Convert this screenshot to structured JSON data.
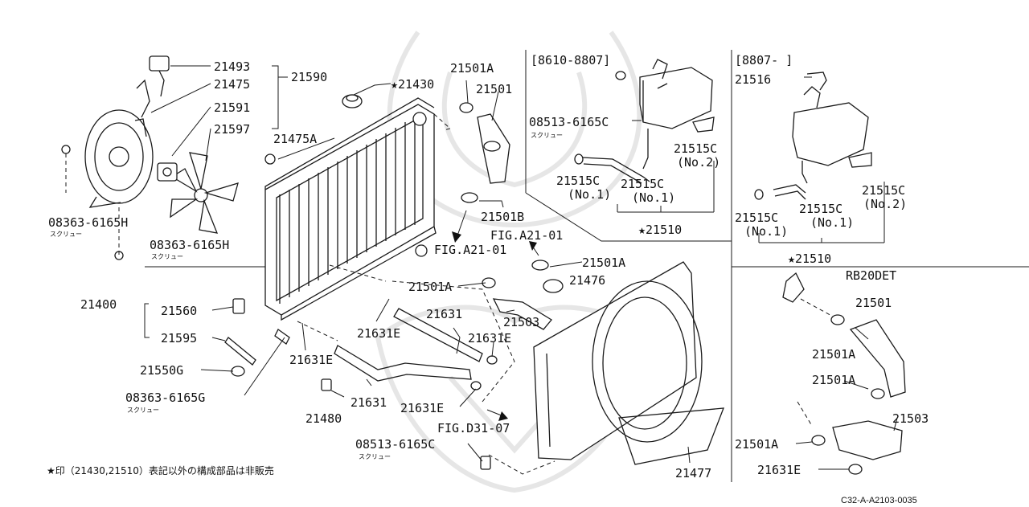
{
  "labels": {
    "p21493": "21493",
    "p21475": "21475",
    "p21591": "21591",
    "p21597": "21597",
    "p21590": "21590",
    "p21430": "★21430",
    "p21475A": "21475A",
    "p21501A_top": "21501A",
    "p21501_top": "21501",
    "range1": "[8610-8807]",
    "range2": "[8807-      ]",
    "p21516": "21516",
    "p08513_a": "08513-6165C",
    "p21515C_no2_a": "21515C",
    "no2_a": "(No.2)",
    "p21515C_no1_a": "21515C",
    "no1_a": "(No.1)",
    "p21515C_no1_b": "21515C",
    "no1_b": "(No.1)",
    "p21510_a": "★21510",
    "p21515C_no2_b": "21515C",
    "no2_b": "(No.2)",
    "p21515C_no1_c": "21515C",
    "no1_c": "(No.1)",
    "p21515C_no1_d": "21515C",
    "no1_d": "(No.1)",
    "p21510_b": "★21510",
    "p21501B": "21501B",
    "figA21_a": "FIG.A21-01",
    "figA21_b": "FIG.A21-01",
    "p08363H_a": "08363-6165H",
    "p08363H_b": "08363-6165H",
    "p21501A_mid_r": "21501A",
    "p21476": "21476",
    "p21501A_mid_l": "21501A",
    "p21503_mid": "21503",
    "p21400": "21400",
    "p21560": "21560",
    "p21631_mid": "21631",
    "p21595": "21595",
    "p21631E_a": "21631E",
    "p21631E_b": "21631E",
    "p21631E_c": "21631E",
    "p21550G": "21550G",
    "p08363G": "08363-6165G",
    "p21480": "21480",
    "p21631_low": "21631",
    "p21631E_d": "21631E",
    "figD31": "FIG.D31-07",
    "p08513_b": "08513-6165C",
    "p21477": "21477",
    "rb20det": "RB20DET",
    "p21501_r": "21501",
    "p21501A_r1": "21501A",
    "p21501A_r2": "21501A",
    "p21503_r": "21503",
    "p21501A_r3": "21501A",
    "p21631E_r": "21631E",
    "screw": "スクリュー",
    "footnote": "★印（21430,21510）表記以外の構成部品は非販売",
    "diagram_code": "C32-A-A2103-0035"
  }
}
